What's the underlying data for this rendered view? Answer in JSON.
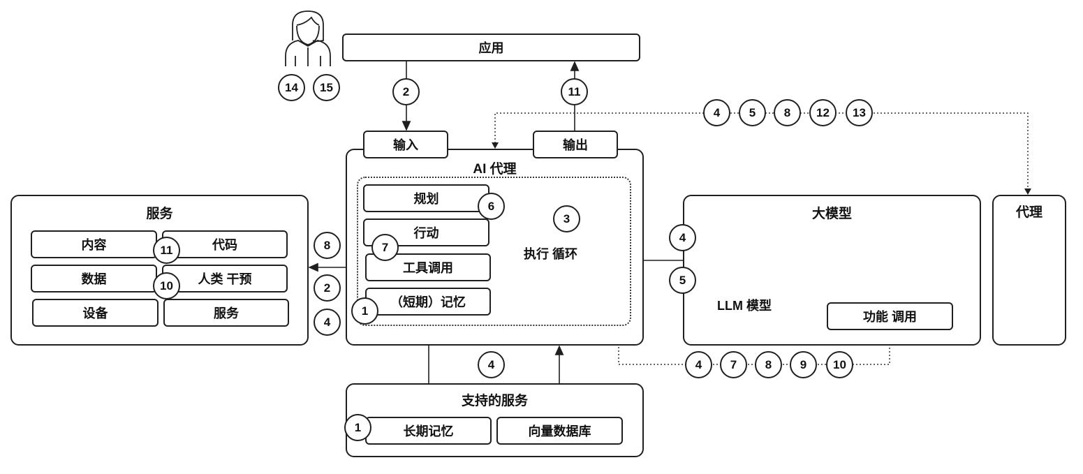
{
  "diagram": {
    "app": "应用",
    "input": "输入",
    "output": "输出",
    "agent": {
      "title": "AI 代理",
      "planning": "规划",
      "action": "行动",
      "tool_call": "工具调用",
      "memory": "（短期）记忆",
      "loop": "执行 循环"
    },
    "services": {
      "title": "服务",
      "content": "内容",
      "code": "代码",
      "data": "数据",
      "human": "人类 干预",
      "device": "设备",
      "service": "服务"
    },
    "llm": {
      "title": "大模型",
      "model": "LLM 模型",
      "function_call": "功能 调用"
    },
    "peer_agent": "代理",
    "support": {
      "title": "支持的服务",
      "long_memory": "长期记忆",
      "vector_db": "向量数据库"
    },
    "badges": {
      "user_14": "14",
      "user_15": "15",
      "app_in_2": "2",
      "app_out_11": "11",
      "top_4": "4",
      "top_5": "5",
      "top_8": "8",
      "top_12": "12",
      "top_13": "13",
      "plan_6": "6",
      "action_7": "7",
      "loop_3": "3",
      "mem_1": "1",
      "svc_11": "11",
      "svc_10": "10",
      "left_8": "8",
      "left_2": "2",
      "left_4": "4",
      "llm_4": "4",
      "llm_5": "5",
      "bottom_4": "4",
      "fn_4": "4",
      "fn_7": "7",
      "fn_8": "8",
      "fn_9": "9",
      "fn_10": "10",
      "support_1": "1"
    }
  }
}
